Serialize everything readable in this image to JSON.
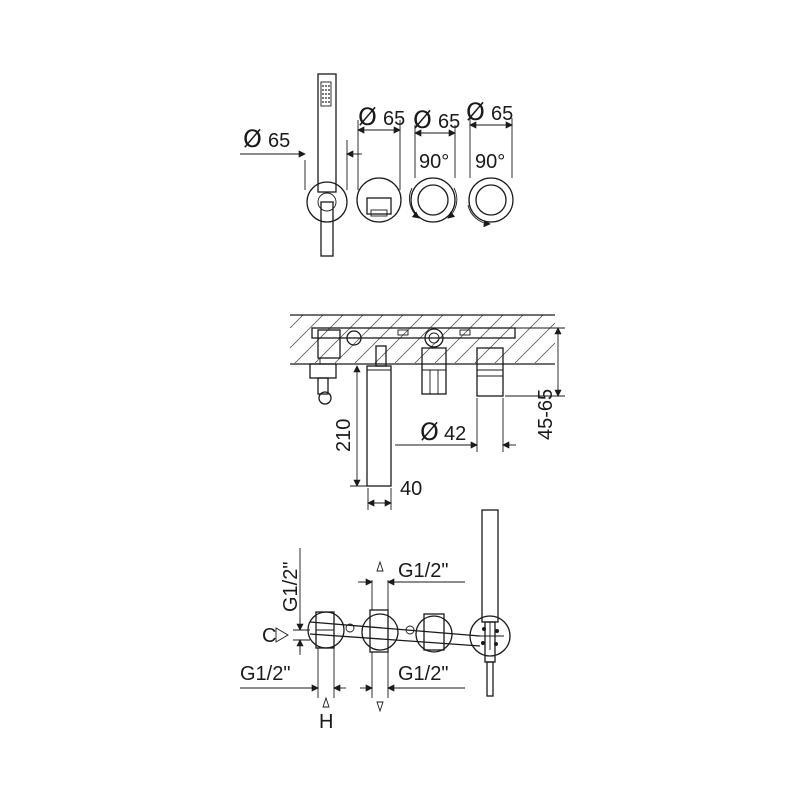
{
  "front_view": {
    "diameter_symbol": "Ø",
    "dims": [
      "65",
      "65",
      "65",
      "65"
    ],
    "angle_labels": [
      "90°",
      "90°"
    ]
  },
  "section_view": {
    "depth_range": "45-65",
    "spout_length": "210",
    "spout_width": "40",
    "rosette_diameter": "42"
  },
  "connection_view": {
    "thread_labels": [
      "G1/2\"",
      "G1/2\"",
      "G1/2\"",
      "G1/2\""
    ],
    "cold_label": "C",
    "hot_label": "H"
  }
}
